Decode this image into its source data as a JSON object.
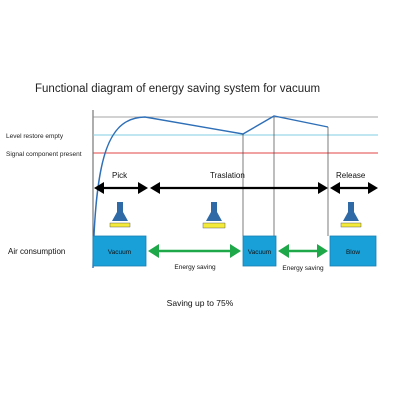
{
  "diagram": {
    "title": "Functional diagram of energy saving system for vacuum",
    "level_labels": {
      "restore_empty": "Level restore empty",
      "component_present": "Signal component present"
    },
    "phases": {
      "pick": "Pick",
      "translation": "Traslation",
      "release": "Release"
    },
    "air_consumption_label": "Air consumption",
    "boxes": {
      "vacuum_1": "Vacuum",
      "vacuum_2": "Vacuum",
      "blow": "Blow"
    },
    "energy_saving_1": "Energy saving",
    "energy_saving_2": "Energy saving",
    "footer": "Saving up to 75%"
  },
  "colors": {
    "curve": "#2e6fb7",
    "level_restore_line": "#7fcde3",
    "component_line": "#e04545",
    "top_gray_line": "#888888",
    "phase_arrow": "#000000",
    "saving_arrow": "#1fa84a",
    "box_fill": "#19a0d8",
    "box_border": "#1a7fb3",
    "cup_fill": "#2f6aa6",
    "pad_fill": "#f3ea3a"
  },
  "icons": [
    "suction-cup-icon",
    "suction-cup-icon",
    "suction-cup-icon"
  ]
}
